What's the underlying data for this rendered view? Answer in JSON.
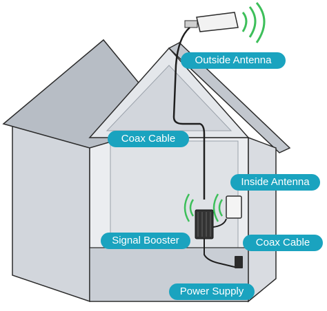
{
  "labels": {
    "outside_antenna": "Outside Antenna",
    "coax_cable_upper": "Coax Cable",
    "inside_antenna": "Inside Antenna",
    "signal_booster": "Signal Booster",
    "coax_cable_lower": "Coax Cable",
    "power_supply": "Power Supply"
  },
  "colors": {
    "callout": "#1aa3bf",
    "signal_wave": "#3dbf5a",
    "house_light": "#ebedf0",
    "house_mid": "#d2d6dc",
    "house_dark": "#b7bdc5",
    "outline": "#2b2b2b",
    "cable": "#1e1e1e"
  },
  "icons": [
    "outside-antenna-icon",
    "signal-booster-icon",
    "inside-antenna-icon",
    "power-adapter-icon",
    "signal-wave-icon"
  ]
}
